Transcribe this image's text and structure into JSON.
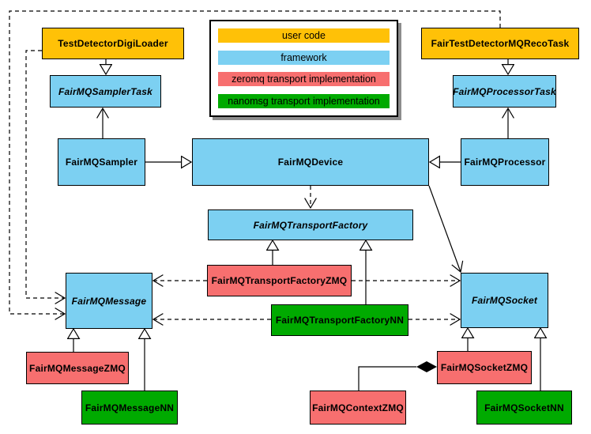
{
  "diagram_type": "uml-class-diagram",
  "colors": {
    "user_code": "#FFC107",
    "framework": "#7CD0F2",
    "zeromq": "#F76F6F",
    "nanomsg": "#00AA00",
    "line": "#000000",
    "background": "#FFFFFF",
    "legend_shadow": "#8C8C8C"
  },
  "legend": {
    "items": [
      {
        "label": "user code",
        "color": "#FFC107"
      },
      {
        "label": "framework",
        "color": "#7CD0F2"
      },
      {
        "label": "zeromq transport implementation",
        "color": "#F76F6F"
      },
      {
        "label": "nanomsg transport implementation",
        "color": "#00AA00"
      }
    ]
  },
  "nodes": {
    "testDetectorDigiLoader": {
      "label": "TestDetectorDigiLoader",
      "category": "user code",
      "abstract": false,
      "color": "#FFC107"
    },
    "fairTestDetectorMQRecoTask": {
      "label": "FairTestDetectorMQRecoTask",
      "category": "user code",
      "abstract": false,
      "color": "#FFC107"
    },
    "fairMQSamplerTask": {
      "label": "FairMQSamplerTask",
      "category": "framework",
      "abstract": true,
      "color": "#7CD0F2"
    },
    "fairMQProcessorTask": {
      "label": "FairMQProcessorTask",
      "category": "framework",
      "abstract": true,
      "color": "#7CD0F2"
    },
    "fairMQSampler": {
      "label": "FairMQSampler",
      "category": "framework",
      "abstract": false,
      "color": "#7CD0F2"
    },
    "fairMQDevice": {
      "label": "FairMQDevice",
      "category": "framework",
      "abstract": false,
      "color": "#7CD0F2"
    },
    "fairMQProcessor": {
      "label": "FairMQProcessor",
      "category": "framework",
      "abstract": false,
      "color": "#7CD0F2"
    },
    "fairMQTransportFactory": {
      "label": "FairMQTransportFactory",
      "category": "framework",
      "abstract": true,
      "color": "#7CD0F2"
    },
    "fairMQTransportFactoryZMQ": {
      "label": "FairMQTransportFactoryZMQ",
      "category": "zeromq",
      "abstract": false,
      "color": "#F76F6F"
    },
    "fairMQTransportFactoryNN": {
      "label": "FairMQTransportFactoryNN",
      "category": "nanomsg",
      "abstract": false,
      "color": "#00AA00"
    },
    "fairMQMessage": {
      "label": "FairMQMessage",
      "category": "framework",
      "abstract": true,
      "color": "#7CD0F2"
    },
    "fairMQSocket": {
      "label": "FairMQSocket",
      "category": "framework",
      "abstract": true,
      "color": "#7CD0F2"
    },
    "fairMQMessageZMQ": {
      "label": "FairMQMessageZMQ",
      "category": "zeromq",
      "abstract": false,
      "color": "#F76F6F"
    },
    "fairMQMessageNN": {
      "label": "FairMQMessageNN",
      "category": "nanomsg",
      "abstract": false,
      "color": "#00AA00"
    },
    "fairMQContextZMQ": {
      "label": "FairMQContextZMQ",
      "category": "zeromq",
      "abstract": false,
      "color": "#F76F6F"
    },
    "fairMQSocketZMQ": {
      "label": "FairMQSocketZMQ",
      "category": "zeromq",
      "abstract": false,
      "color": "#F76F6F"
    },
    "fairMQSocketNN": {
      "label": "FairMQSocketNN",
      "category": "nanomsg",
      "abstract": false,
      "color": "#00AA00"
    }
  },
  "relations": [
    {
      "from": "TestDetectorDigiLoader",
      "to": "FairMQSamplerTask",
      "type": "inheritance"
    },
    {
      "from": "FairTestDetectorMQRecoTask",
      "to": "FairMQProcessorTask",
      "type": "inheritance"
    },
    {
      "from": "FairMQSampler",
      "to": "FairMQDevice",
      "type": "inheritance"
    },
    {
      "from": "FairMQProcessor",
      "to": "FairMQDevice",
      "type": "inheritance"
    },
    {
      "from": "FairMQSampler",
      "to": "FairMQSamplerTask",
      "type": "association"
    },
    {
      "from": "FairMQProcessor",
      "to": "FairMQProcessorTask",
      "type": "association"
    },
    {
      "from": "FairMQDevice",
      "to": "FairMQTransportFactory",
      "type": "dependency"
    },
    {
      "from": "FairMQDevice",
      "to": "FairMQSocket",
      "type": "association"
    },
    {
      "from": "FairMQTransportFactoryZMQ",
      "to": "FairMQTransportFactory",
      "type": "inheritance"
    },
    {
      "from": "FairMQTransportFactoryNN",
      "to": "FairMQTransportFactory",
      "type": "inheritance"
    },
    {
      "from": "FairMQTransportFactoryZMQ",
      "to": "FairMQMessage",
      "type": "dependency"
    },
    {
      "from": "FairMQTransportFactoryZMQ",
      "to": "FairMQSocket",
      "type": "dependency"
    },
    {
      "from": "FairMQTransportFactoryNN",
      "to": "FairMQMessage",
      "type": "dependency"
    },
    {
      "from": "FairMQTransportFactoryNN",
      "to": "FairMQSocket",
      "type": "dependency"
    },
    {
      "from": "TestDetectorDigiLoader",
      "to": "FairMQMessage",
      "type": "dependency"
    },
    {
      "from": "FairTestDetectorMQRecoTask",
      "to": "FairMQMessage",
      "type": "dependency"
    },
    {
      "from": "FairMQMessageZMQ",
      "to": "FairMQMessage",
      "type": "inheritance"
    },
    {
      "from": "FairMQMessageNN",
      "to": "FairMQMessage",
      "type": "inheritance"
    },
    {
      "from": "FairMQSocketZMQ",
      "to": "FairMQSocket",
      "type": "inheritance"
    },
    {
      "from": "FairMQSocketNN",
      "to": "FairMQSocket",
      "type": "inheritance"
    },
    {
      "from": "FairMQContextZMQ",
      "to": "FairMQSocketZMQ",
      "type": "composition"
    }
  ]
}
